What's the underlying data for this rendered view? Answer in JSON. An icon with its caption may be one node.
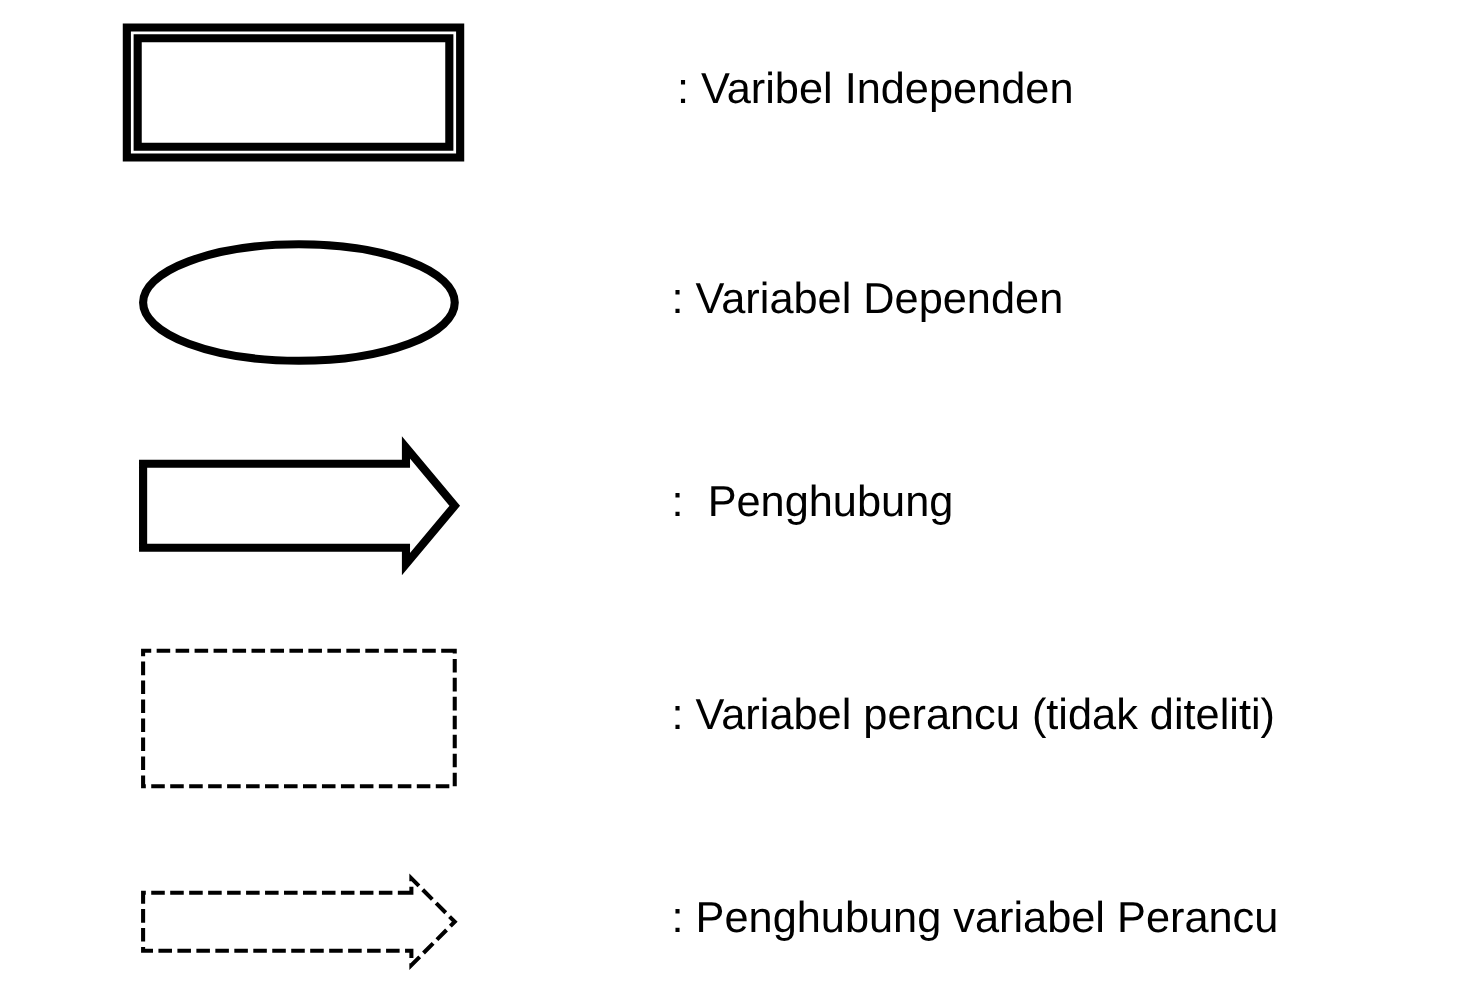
{
  "diagram": {
    "nodes": [
      {
        "text": [],
        "shape": "box"
      },
      {
        "text": [],
        "shape": "ellipse"
      },
      {
        "text": [],
        "shape": "arrow"
      },
      {
        "text": [],
        "shape": "box"
      },
      {
        "text": [],
        "shape": "arrow"
      }
    ],
    "legend": [
      {
        "text": ": Varibel Independen"
      },
      {
        "text": ": Variabel Dependen"
      },
      {
        "text": ":  Penghubung"
      },
      {
        "text": ": Variabel perancu (tidak diteliti)"
      },
      {
        "text": ": Penghubung variabel Perancu"
      }
    ]
  }
}
